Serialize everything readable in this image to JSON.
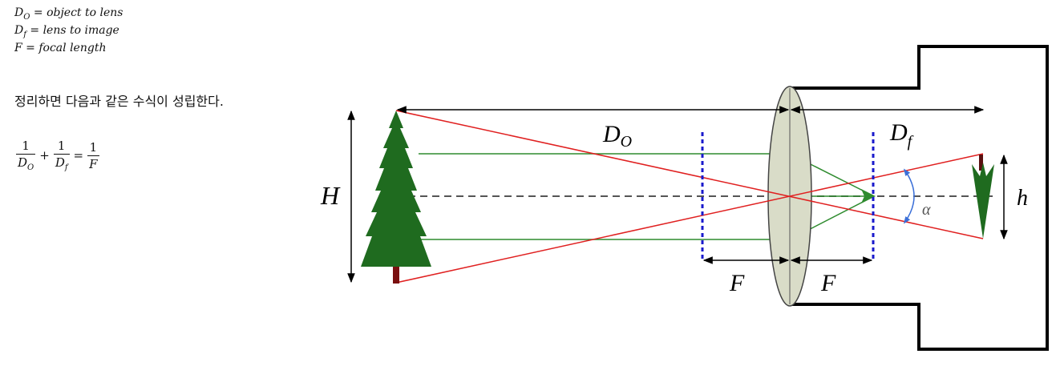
{
  "definitions": [
    {
      "var": "D",
      "sub": "O",
      "text": " = object to lens"
    },
    {
      "var": "D",
      "sub": "f",
      "text": " = lens to image"
    },
    {
      "var": "F",
      "sub": "",
      "text": " = focal length"
    }
  ],
  "description": "정리하면 다음과 같은 수식이 성립한다.",
  "equation": {
    "term1": {
      "num": "1",
      "den_var": "D",
      "den_sub": "O"
    },
    "plus": "+",
    "term2": {
      "num": "1",
      "den_var": "D",
      "den_sub": "f"
    },
    "equals": "=",
    "term3": {
      "num": "1",
      "den_var": "F",
      "den_sub": ""
    }
  },
  "diagram": {
    "label_H": "H",
    "label_h": "h",
    "label_DO_main": "D",
    "label_DO_sub": "O",
    "label_Df_main": "D",
    "label_Df_sub": "f",
    "label_F_left": "F",
    "label_F_right": "F",
    "label_alpha": "α",
    "colors": {
      "ray_red": "#e02020",
      "ray_green": "#2e8b2e",
      "tree_green": "#1f6b1f",
      "trunk": "#7a1010",
      "focal_blue": "#1a1acc",
      "angle_blue": "#3a6fd8",
      "lens_fill": "#d9dcc8"
    }
  }
}
